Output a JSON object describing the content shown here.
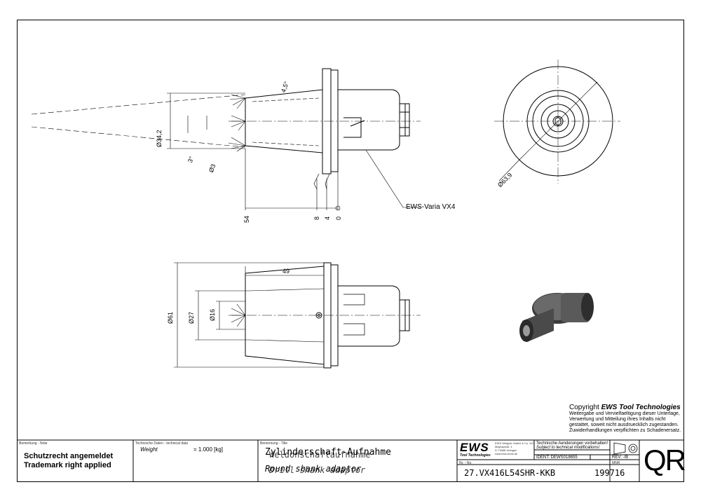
{
  "drawing": {
    "dims_side": [
      "Ø34,2",
      "3°",
      "Ø3",
      "4,5°",
      "54",
      "8",
      "4",
      "0"
    ],
    "dims_front": [
      "Ø63,9"
    ],
    "dims_section": [
      "49",
      "Ø61",
      "Ø27",
      "Ø16"
    ],
    "leader_label": "EWS-Varia VX4"
  },
  "copyright": {
    "title_prefix": "Copyright ",
    "title_brand": "EWS Tool Technologies",
    "lines": [
      "Weitergabe und Vervielfaeltigung dieser Unterlage,",
      "Verwertung und Mitteilung ihres Inhalts nicht",
      "gestattet, soweit nicht ausdruecklich zugestanden.",
      "Zuwiderhandlungen verpflichten zu Schadenersatz."
    ]
  },
  "title_block": {
    "remark_caption": "Bemerkung - Note",
    "remark_line1": "Schutzrecht angemeldet",
    "remark_line2": "Trademark right applied",
    "techdata_caption": "Technische Daten - technical data",
    "weight_label": "Weight",
    "weight_value": "=   1.000 [kg]",
    "title_caption": "Benennung - Title",
    "title_de": "Zylinderschaft-Aufnahme",
    "title_de_overlay": "Weldonschaftaufnahme",
    "title_en": "Round shank adaptor",
    "title_en_overlay": "Drill shank adaptor",
    "logo": "EWS",
    "logo_sub": "Tool Technologies",
    "company_lines": [
      "EWS Weigele GmbH & Co. KG",
      "Maybachstr. 1",
      "D-73066 Uhingen",
      "www.ews-tools.de"
    ],
    "subject_de": "Technische Aenderungen vorbehalten!",
    "subject_en": "Subject to technical modifications!",
    "ident": "IDENT:  DEWS018655",
    "rev": "REV:  -/B",
    "no_caption": "Nr. - No.",
    "number": "27.VX416L54SHR-KKB",
    "mnr_caption": "MNR",
    "mnr": "199716",
    "qr": "QR"
  }
}
